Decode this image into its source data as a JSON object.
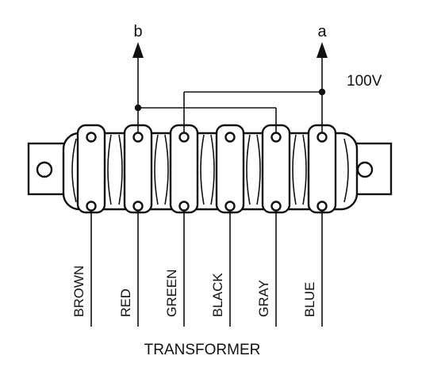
{
  "terminal_labels": {
    "b": "b",
    "a": "a"
  },
  "voltage_label": "100V",
  "wire_labels": [
    "BROWN",
    "RED",
    "GREEN",
    "BLACK",
    "GRAY",
    "BLUE"
  ],
  "component_label": "TRANSFORMER"
}
